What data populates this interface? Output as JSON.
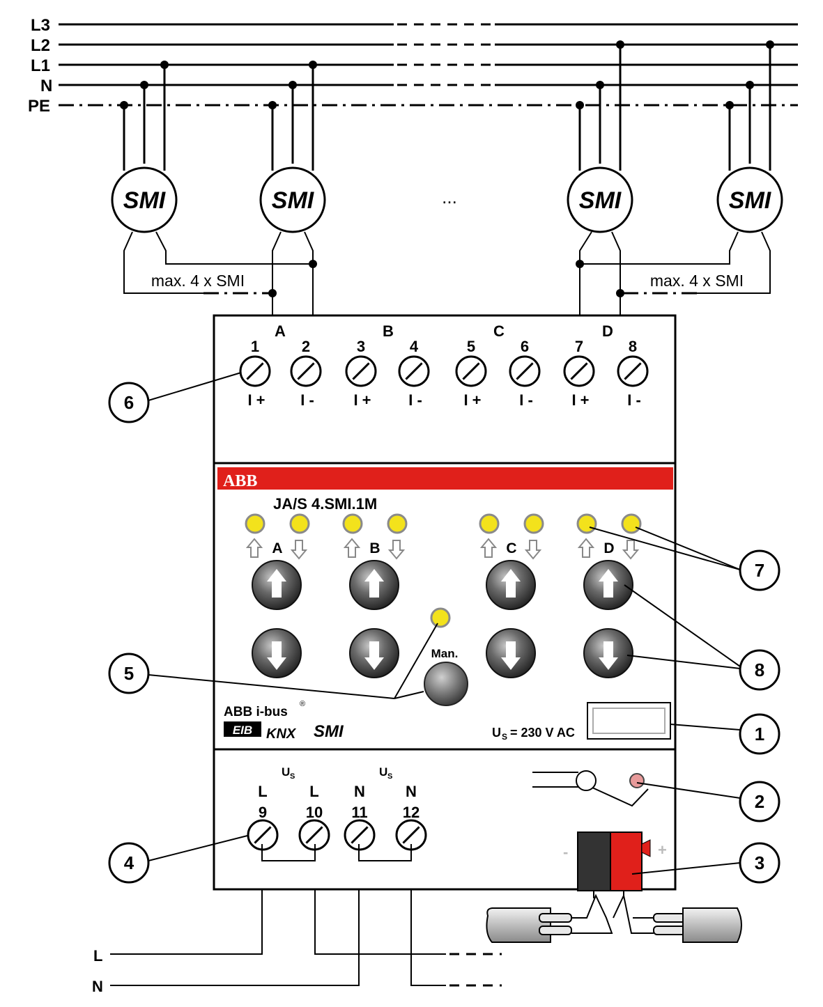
{
  "bus_lines": [
    "L3",
    "L2",
    "L1",
    "N",
    "PE"
  ],
  "motor_symbol": "SMI",
  "ellipsis": "...",
  "max_left": "max. 4 x SMI",
  "max_right": "max. 4 x SMI",
  "channels": [
    "A",
    "B",
    "C",
    "D"
  ],
  "top_terminals": [
    "1",
    "2",
    "3",
    "4",
    "5",
    "6",
    "7",
    "8"
  ],
  "top_terminal_signs": [
    "I +",
    "I -",
    "I +",
    "I -",
    "I +",
    "I -",
    "I +",
    "I -"
  ],
  "brand": "ABB",
  "model": "JA/S 4.SMI.1M",
  "manual_label": "Man.",
  "bus_brand": "ABB i-bus",
  "bus_reg": "®",
  "logo_eib": "EIB",
  "logo_knx": "KNX",
  "logo_smi": "SMI",
  "supply_u": "U",
  "supply_sub": "S",
  "supply_value": "= 230 V AC",
  "us_label": "U",
  "us_sub": "S",
  "bottom_terminal_letters": [
    "L",
    "L",
    "N",
    "N"
  ],
  "bottom_terminals": [
    "9",
    "10",
    "11",
    "12"
  ],
  "bus_minus": "-",
  "bus_plus": "+",
  "mains_lines": [
    "L",
    "N"
  ],
  "callouts": [
    "1",
    "2",
    "3",
    "4",
    "5",
    "6",
    "7",
    "8"
  ],
  "colors": {
    "led": "#f3e21c",
    "led_ring": "#8a8a8a",
    "brand_bar": "#e0201b",
    "button": "#444444",
    "bus_terminal_red": "#e0201b",
    "bus_terminal_black": "#333333",
    "prog_led": "#e89a9a"
  }
}
